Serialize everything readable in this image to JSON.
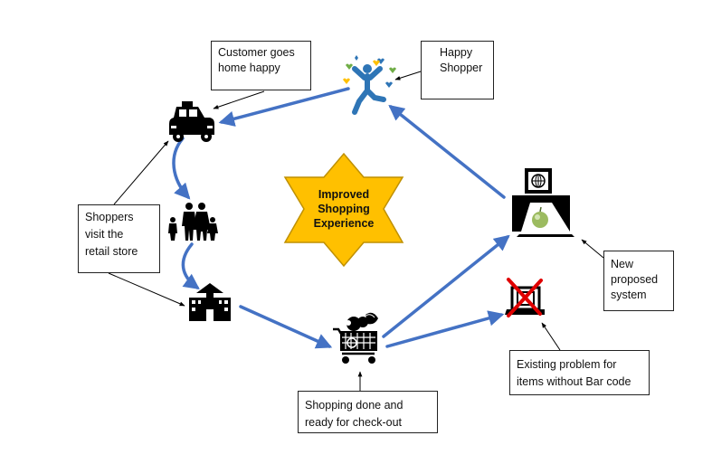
{
  "labels": {
    "customer_home": "Customer goes\nhome happy",
    "happy_shopper": "Happy\nShopper",
    "shoppers_visit": "Shoppers\nvisit the\nretail store",
    "improved_experience": "Improved\nShopping\nExperience",
    "new_system": "New\nproposed\nsystem",
    "checkout_ready": "Shopping done and\nready for check-out",
    "existing_problem": "Existing problem for\nitems without Bar code"
  },
  "colors": {
    "flow_arrow": "#4472C4",
    "star_fill": "#FFC000",
    "star_stroke": "#BF9000",
    "problem_cross": "#E00000",
    "icon": "#000000"
  },
  "icons": [
    "taxi-icon",
    "family-icon",
    "store-icon",
    "shopping-cart-icon",
    "happy-shopper-icon",
    "scanner-kiosk-icon",
    "broken-scanner-icon"
  ]
}
